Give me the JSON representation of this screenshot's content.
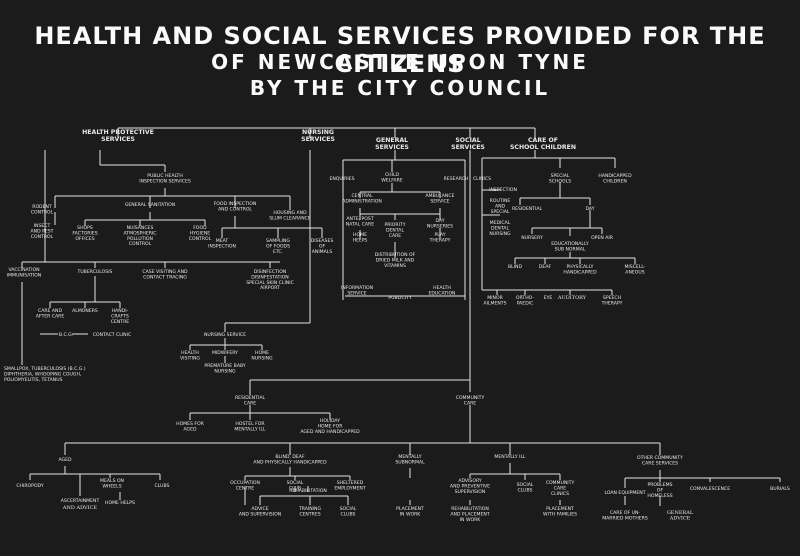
{
  "title": {
    "line1": "HEALTH AND SOCIAL SERVICES PROVIDED FOR THE CITIZENS",
    "line2": "OF NEWCASTLE UPON TYNE",
    "line3": "BY THE CITY COUNCIL"
  },
  "headers": {
    "health": [
      "HEALTH PROTECTIVE",
      "SERVICES"
    ],
    "nursing": [
      "NURSING",
      "SERVICES"
    ],
    "general": [
      "GENERAL",
      "SERVICES"
    ],
    "social": [
      "SOCIAL",
      "SERVICES"
    ],
    "care": [
      "CARE OF",
      "SCHOOL CHILDREN"
    ]
  },
  "health": {
    "public_health": [
      "PUBLIC HEALTH",
      "INSPECTION SERVICES"
    ],
    "general_sanitation": "GENERAL SANITATION",
    "food_inspection": [
      "FOOD INSPECTION",
      "AND CONTROL"
    ],
    "housing": [
      "HOUSING AND",
      "SLUM CLEARANCE"
    ],
    "rodent": [
      "RODENT",
      "CONTROL"
    ],
    "insect": [
      "INSECT",
      "AND PEST",
      "CONTROL"
    ],
    "shops": [
      "SHOPS",
      "FACTORIES",
      "OFFICES"
    ],
    "nuisances": [
      "NUISANCES",
      "ATMOSPHERIC",
      "POLLUTION",
      "CONTROL"
    ],
    "food_hygiene": [
      "FOOD",
      "HYGIENE",
      "CONTROL"
    ],
    "meat": [
      "MEAT",
      "INSPECTION"
    ],
    "sampling": [
      "SAMPLING",
      "OF FOODS",
      "ETC."
    ],
    "diseases": [
      "DISEASES",
      "OF",
      "ANIMALS"
    ],
    "vaccination": [
      "VACCINATION",
      "IMMUNISATION"
    ],
    "tuberculosis": "TUBERCULOSIS",
    "case_visiting": [
      "CASE VISITING AND",
      "CONTACT TRACING"
    ],
    "disinfection": [
      "DISINFECTION",
      "DISINFESTATION",
      "SPECIAL SKIN CLINIC",
      "AIRPORT"
    ],
    "care_after": [
      "CARE AND",
      "AFTER CARE"
    ],
    "almoners": "ALMONERS",
    "handicrafts": [
      "HANDI-",
      "CRAFTS",
      "CENTRE"
    ],
    "bcg": "B.C.G.",
    "contact_clinic": "CONTACT CLINIC",
    "smallpox": [
      "SMALLPOX, TUBERCULOSIS (B.C.G.)",
      "DIPHTHERIA, WHOOPING COUGH,",
      "POLIOMYELITIS, TETANUS"
    ]
  },
  "nursing": {
    "service": "NURSING SERVICE",
    "health_visiting": [
      "HEALTH",
      "VISITING"
    ],
    "midwifery": "MIDWIFERY",
    "home_nursing": [
      "HOME",
      "NURSING"
    ],
    "premature": [
      "PREMATURE BABY",
      "NURSING"
    ]
  },
  "general": {
    "enquiries": "ENQUIRIES",
    "child_welfare": [
      "CHILD",
      "WELFARE"
    ],
    "research": "RESEARCH",
    "central_admin": [
      "CENTRAL",
      "ADMINISTRATION"
    ],
    "ambulance": [
      "AMBULANCE",
      "SERVICE"
    ],
    "ante_post": [
      "ANTE, POST",
      "NATAL CARE"
    ],
    "priority_dental": [
      "PRIORITY",
      "DENTAL",
      "CARE"
    ],
    "day_nurseries": [
      "DAY",
      "NURSERIES"
    ],
    "home_helps": [
      "HOME",
      "HELPS"
    ],
    "play_therapy": [
      "PLAY",
      "THERAPY"
    ],
    "distribution": [
      "DISTRIBUTION OF",
      "DRIED MILK AND",
      "VITAMINS"
    ],
    "information": [
      "INFORMATION",
      "SERVICE"
    ],
    "health_education": [
      "HEALTH",
      "EDUCATION"
    ],
    "publicity": "PUBLICITY"
  },
  "care": {
    "clinics": "CLINICS",
    "special_schools": [
      "SPECIAL",
      "SCHOOLS"
    ],
    "handicapped_children": [
      "HANDICAPPED",
      "CHILDREN"
    ],
    "inspection": "INSPECTION",
    "routine": [
      "ROUTINE",
      "AND",
      "SPECIAL"
    ],
    "residential": "RESIDENTIAL",
    "day": "DAY",
    "medical_dental": [
      "MEDICAL",
      "DENTAL",
      "NURSING"
    ],
    "nursery": "NURSERY",
    "open_air": "OPEN AIR",
    "educationally": [
      "EDUCATIONALLY",
      "SUB NORMAL"
    ],
    "blind": "BLIND",
    "deaf": "DEAF",
    "physically": [
      "PHYSICALLY",
      "HANDICAPPED"
    ],
    "miscellaneous": [
      "MISCELL-",
      "ANEOUS"
    ],
    "minor_ailments": [
      "MINOR",
      "AILMENTS"
    ],
    "orthopaedic": [
      "ORTHO-",
      "PAEDIC"
    ],
    "eye": "EYE",
    "auditory": "AUDITORY",
    "speech": [
      "SPEECH",
      "THERAPY"
    ]
  },
  "social": {
    "residential_care": [
      "RESIDENTIAL",
      "CARE"
    ],
    "community_care": [
      "COMMUNITY",
      "CARE"
    ],
    "homes_aged": [
      "HOMES FOR",
      "AGED"
    ],
    "hostel_mentally": [
      "HOSTEL FOR",
      "MENTALLY ILL"
    ],
    "holiday_home": [
      "HOLIDAY",
      "HOME FOR",
      "AGED AND HANDICAPPED"
    ],
    "aged": "AGED",
    "blind_deaf": [
      "BLIND, DEAF",
      "AND PHYSICALLY HANDICAPPED"
    ],
    "mentally_subnormal": [
      "MENTALLY",
      "SUBNORMAL"
    ],
    "mentally_ill": "MENTALLY ILL",
    "other_community": [
      "OTHER COMMUNITY",
      "CARE SERVICES"
    ],
    "chiropody": "CHIROPODY",
    "meals_on_wheels": [
      "MEALS ON",
      "WHEELS"
    ],
    "clubs": "CLUBS",
    "ascertainment": "ASCERTAINMENT",
    "and_advice": "AND ADVICE",
    "home_helps": "HOME HELPS",
    "occupation_centre": [
      "OCCUPATION",
      "CENTRE"
    ],
    "social_club": [
      "SOCIAL",
      "CLUB"
    ],
    "rehabilitation": "REHABILITATION",
    "sheltered": [
      "SHELTERED",
      "EMPLOYMENT"
    ],
    "advice_supervision": [
      "ADVICE",
      "AND SUPERVISION"
    ],
    "training_centres": [
      "TRAINING",
      "CENTRES"
    ],
    "social_clubs": [
      "SOCIAL",
      "CLUBS"
    ],
    "advisory": [
      "ADVISORY",
      "AND PREVENTIVE",
      "SUPERVISION"
    ],
    "social_clubs_mi": [
      "SOCIAL",
      "CLUBS"
    ],
    "community_clinics": [
      "COMMUNITY",
      "CARE",
      "CLINICS"
    ],
    "placement_work": [
      "PLACEMENT",
      "IN WORK"
    ],
    "rehab_placement": [
      "REHABILITATION",
      "AND PLACEMENT",
      "IN WORK"
    ],
    "placement_families": [
      "PLACEMENT",
      "WITH FAMILIES"
    ],
    "problems_homeless": [
      "PROBLEMS",
      "OF",
      "HOMELESS"
    ],
    "convalescence": "CONVALESCENCE",
    "burials": "BURIALS",
    "loan_equipment": "LOAN EQUIPMENT",
    "care_unmarried": [
      "CARE OF UN-",
      "MARRIED MOTHERS"
    ],
    "general_advice": [
      "GENERAL",
      "ADVICE"
    ]
  },
  "colors": {
    "background": "#1b1b1b",
    "ink": "#e8e8e8"
  }
}
